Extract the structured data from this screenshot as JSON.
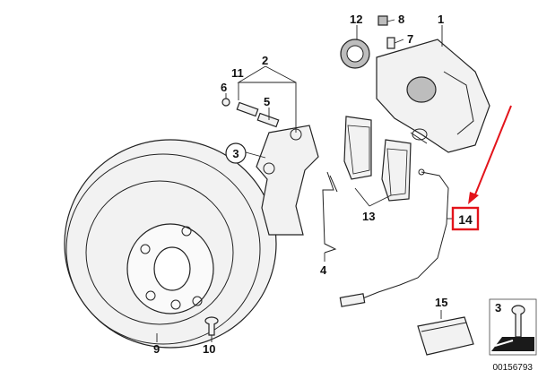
{
  "diagram": {
    "labels": {
      "p1": "1",
      "p2": "2",
      "p3_circle": "3",
      "p3_side": "3",
      "p4": "4",
      "p5": "5",
      "p6": "6",
      "p7": "7",
      "p8": "8",
      "p9": "9",
      "p10": "10",
      "p11": "11",
      "p12": "12",
      "p13": "13",
      "p14": "14",
      "p15": "15"
    },
    "catalog_number": "00156793",
    "colors": {
      "highlight": "#e3141b",
      "line": "#222222",
      "part_fill": "#f2f2f2"
    }
  }
}
